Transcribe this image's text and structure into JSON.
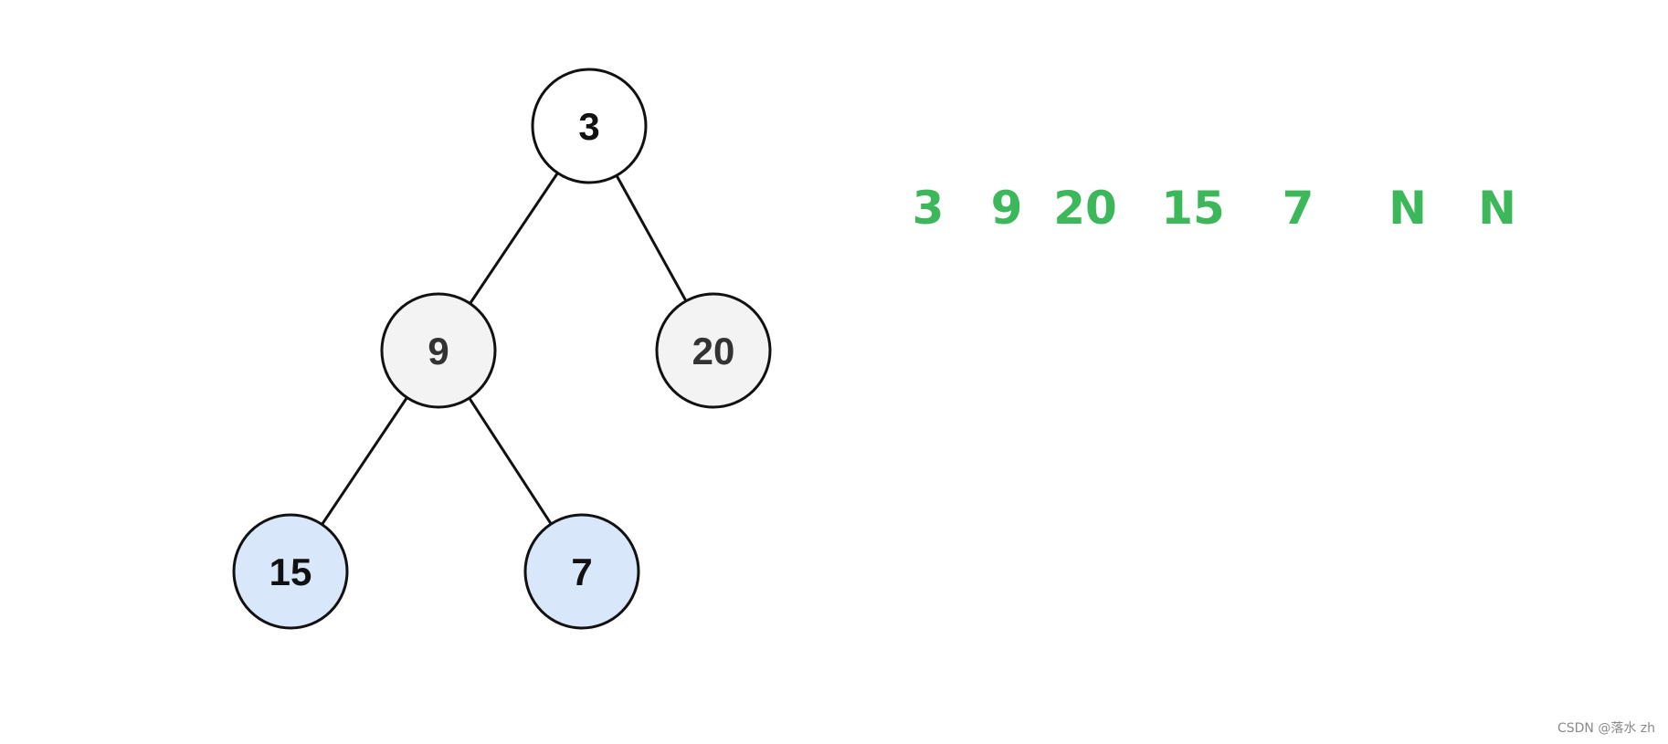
{
  "colors": {
    "stroke": "#111111",
    "white_node": "#ffffff",
    "grey_node": "#f3f3f3",
    "blue_node": "#d9e7fb",
    "dark_text": "#111111",
    "grey_text": "#333333",
    "sequence": "#3cb75a",
    "watermark": "#8a8a8a"
  },
  "tree": {
    "nodes": [
      {
        "id": "n3",
        "label": "3",
        "fill": "white"
      },
      {
        "id": "n9",
        "label": "9",
        "fill": "grey"
      },
      {
        "id": "n20",
        "label": "20",
        "fill": "grey"
      },
      {
        "id": "n15",
        "label": "15",
        "fill": "blue"
      },
      {
        "id": "n7",
        "label": "7",
        "fill": "blue"
      }
    ],
    "edges": [
      {
        "from": "n3",
        "to": "n9"
      },
      {
        "from": "n3",
        "to": "n20"
      },
      {
        "from": "n9",
        "to": "n15"
      },
      {
        "from": "n9",
        "to": "n7"
      }
    ]
  },
  "sequence": [
    "3",
    "9",
    "20",
    "15",
    "7",
    "N",
    "N"
  ],
  "watermark": "CSDN @落水 zh"
}
